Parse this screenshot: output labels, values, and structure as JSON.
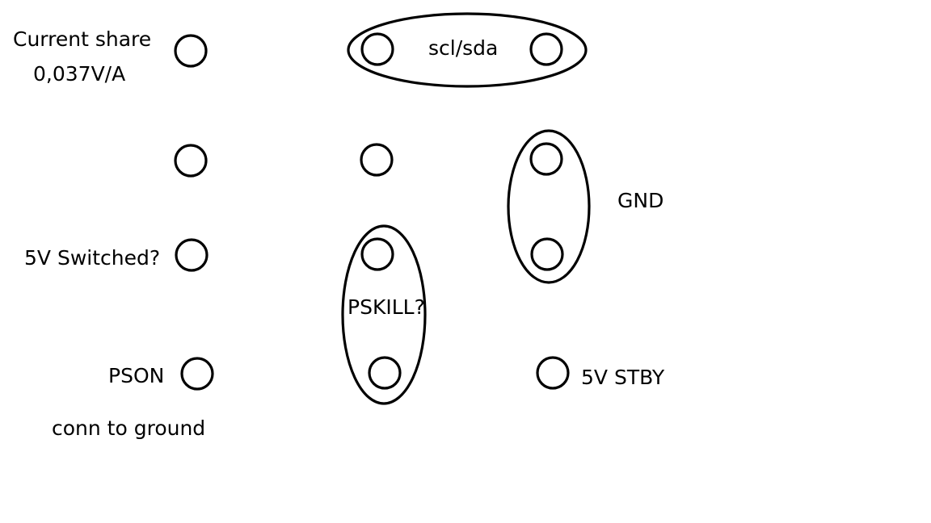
{
  "diagram": {
    "colors": {
      "background": "#ffffff",
      "stroke": "#000000",
      "text": "#000000"
    },
    "labels": {
      "current_share_line1": "Current share",
      "current_share_line2": "0,037V/A",
      "scl_sda": "scl/sda",
      "gnd": "GND",
      "five_v_switched": "5V Switched?",
      "pskill": "PSKILL?",
      "pson": "PSON",
      "five_v_stby": "5V STBY",
      "conn_to_ground": "conn to ground"
    }
  }
}
